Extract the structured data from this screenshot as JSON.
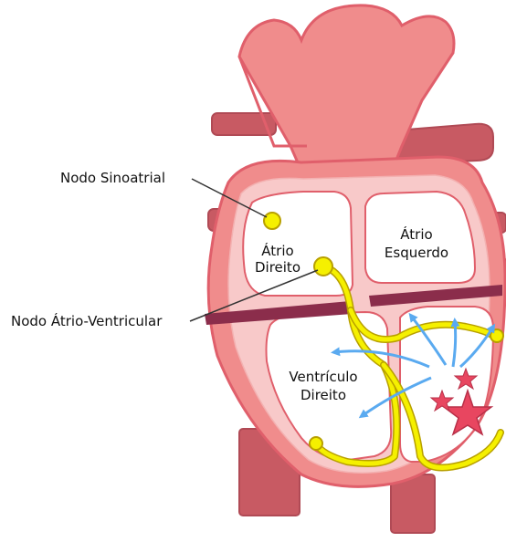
{
  "labels": {
    "sa_node": "Nodo Sinoatrial",
    "av_node": "Nodo Átrio-Ventricular"
  },
  "chambers": {
    "right_atrium": [
      "Átrio",
      "Direito"
    ],
    "left_atrium": [
      "Átrio",
      "Esquerdo"
    ],
    "right_ventricle": [
      "Ventrículo",
      "Direito"
    ]
  },
  "colors": {
    "heart_body": "#f08c8c",
    "heart_outline": "#e05f6b",
    "vessel_dark": "#c85a63",
    "inner_wall": "#f8c9c9",
    "chamber_fill": "#ffffff",
    "septum_band": "#8b2d4b",
    "conduction": "#f5f000",
    "conduction_outline": "#b8a000",
    "arrows": "#5aaaf0",
    "star": "#e84660"
  }
}
